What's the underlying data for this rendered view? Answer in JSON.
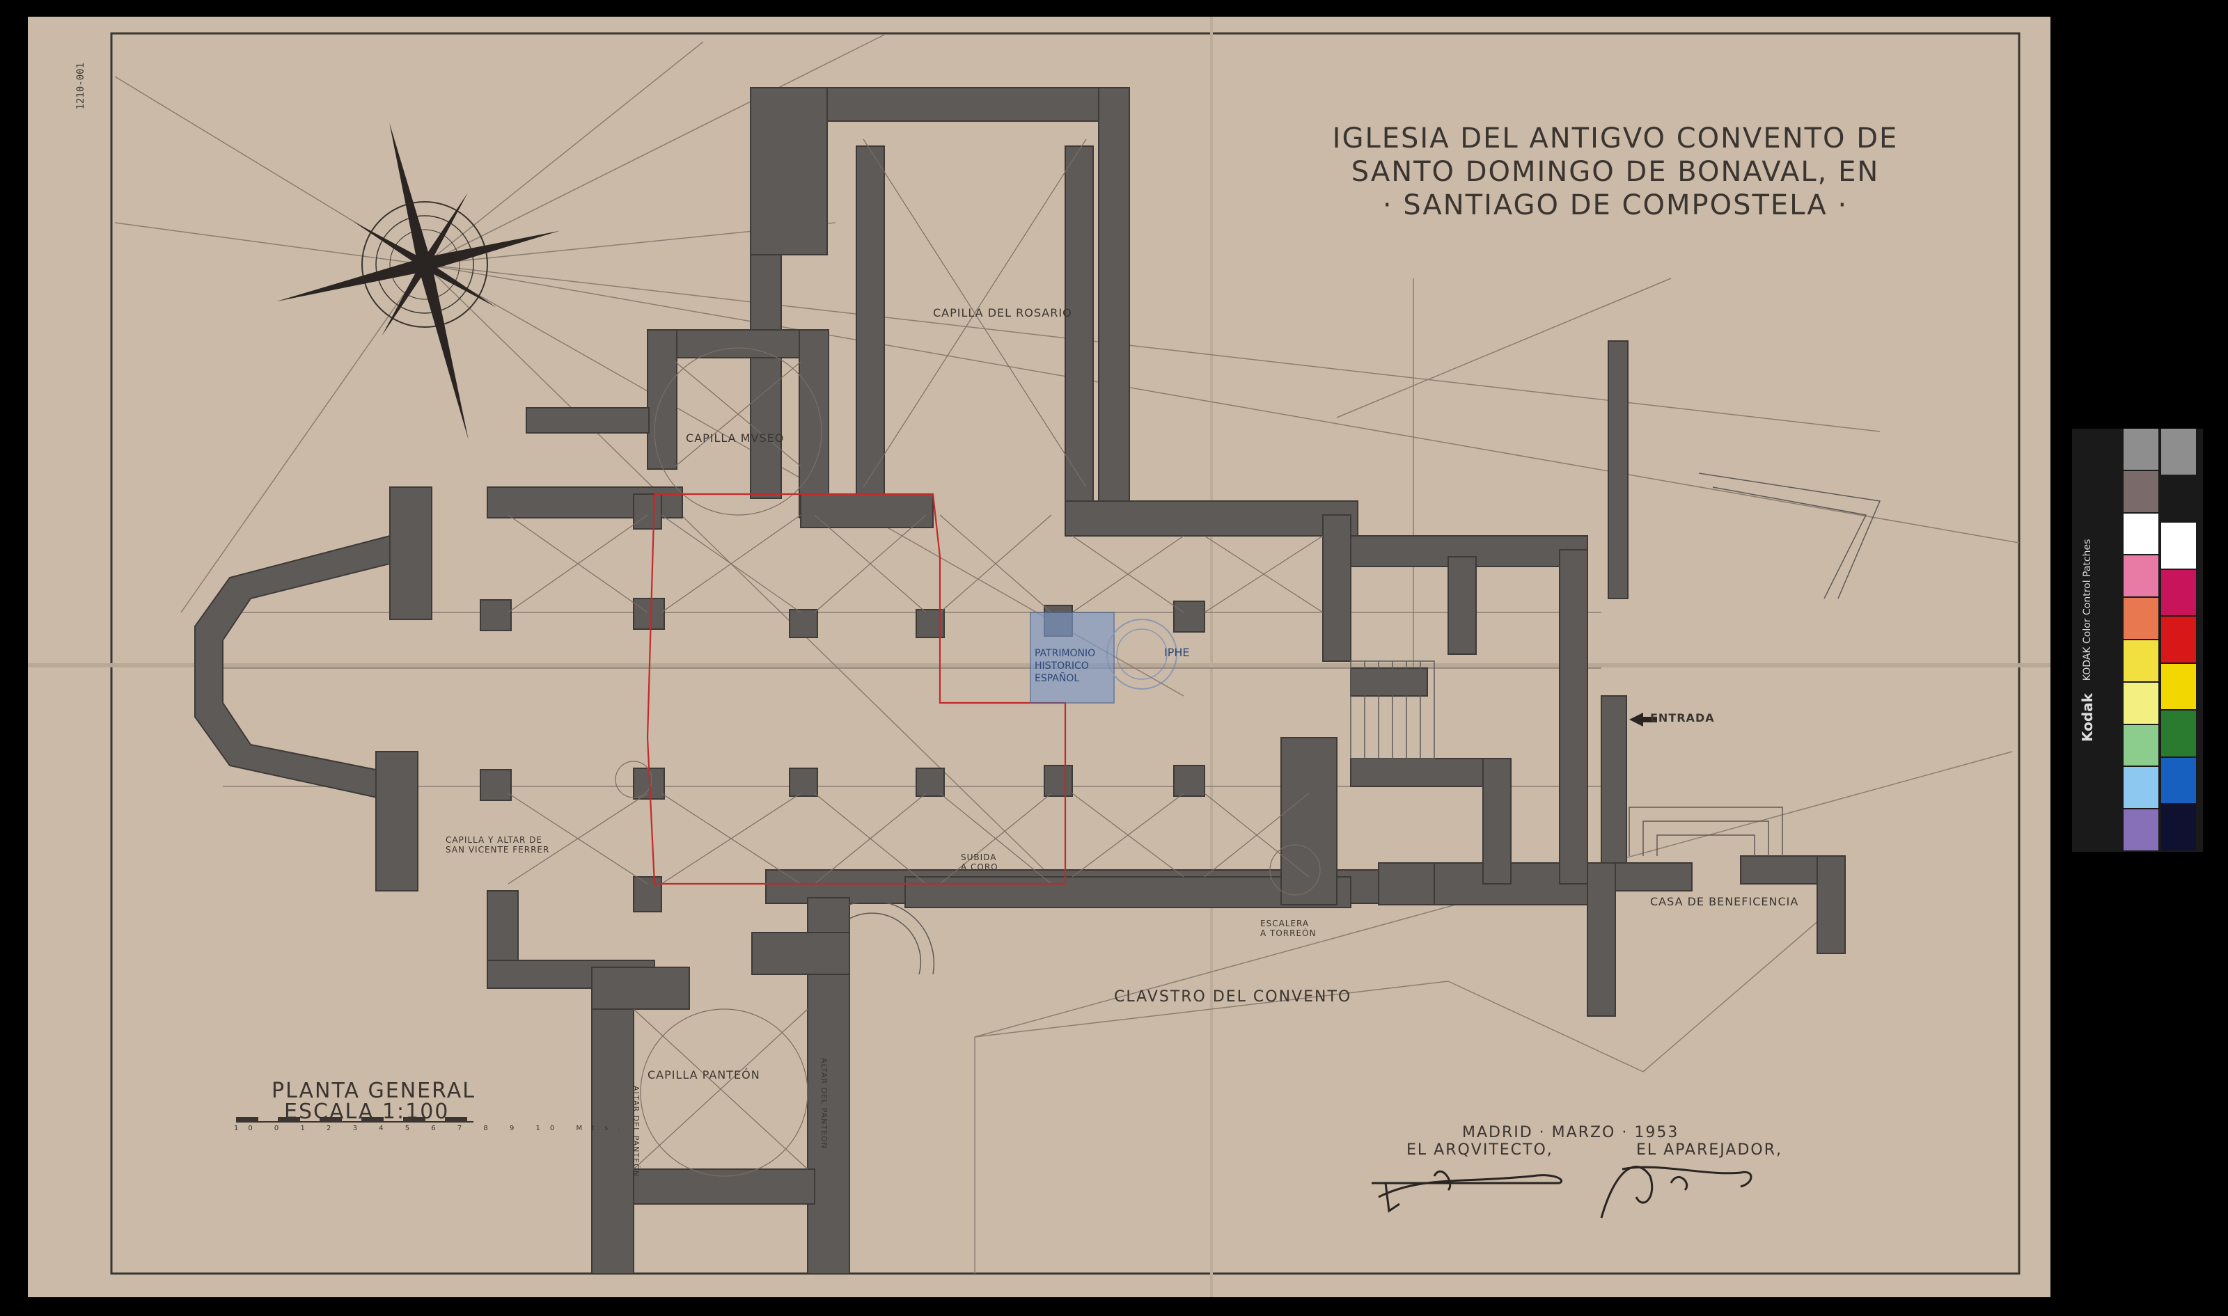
{
  "document": {
    "title_lines": [
      "IGLESIA DEL ANTIGVO CONVENTO DE",
      "SANTO DOMINGO DE BONAVAL, EN",
      "· SANTIAGO DE COMPOSTELA ·"
    ],
    "archive_code": "1210-001"
  },
  "plan_labels": {
    "capilla_rosario": "CAPILLA DEL ROSARIO",
    "capilla_museo": "CAPILLA MVSEO",
    "capilla_panteon": "CAPILLA PANTEÓN",
    "capilla_altar_line1": "CAPILLA Y ALTAR DE",
    "capilla_altar_line2": "SAN VICENTE FERRER",
    "subida_coro_line1": "SUBIDA",
    "subida_coro_line2": "A CORO",
    "escalera_line1": "ESCALERA",
    "escalera_line2": "A TORREÓN",
    "entrada": "ENTRADA",
    "casa_beneficencia": "CASA DE BENEFICENCIA",
    "claustro": "CLAVSTRO DEL CONVENTO",
    "panteon_side_left": "ALTAR DEL PANTEÓN",
    "panteon_side_right": "ALTAR DEL PANTEÓN"
  },
  "legend": {
    "planta_general": "PLANTA GENERAL",
    "escala": "ESCALA 1:100",
    "scale_ticks": [
      "10",
      "0",
      "1",
      "2",
      "3",
      "4",
      "5",
      "6",
      "7",
      "8",
      "9",
      "10 Mts."
    ]
  },
  "signatures": {
    "place_date": "MADRID · MARZO · 1953",
    "architect_label": "EL ARQVITECTO,",
    "surveyor_label": "EL APAREJADOR,"
  },
  "stamp": {
    "line1": "PATRIMONIO",
    "line2": "HISTORICO",
    "line3": "ESPAÑOL",
    "mark": "IPHE"
  },
  "kodak_card": {
    "brand": "Kodak",
    "product": "KODAK Color Control Patches",
    "patch_colors": [
      "#8e8e8e",
      "#7a6a6a",
      "#ffffff",
      "#e87aa6",
      "#e87850",
      "#f2e040",
      "#f2f080",
      "#8ccc8c",
      "#4aa868",
      "#8cc8f0",
      "#3070c8",
      "#8870b8",
      "#101028"
    ],
    "right_patch_colors": [
      "#8e8e8e",
      "#1a1a1a",
      "#ffffff",
      "#c8145a",
      "#d81818",
      "#f2d800",
      "#2a7a30",
      "#1860c0",
      "#101030"
    ]
  },
  "colors": {
    "paper": "#cbbaa7",
    "ink": "#3a3530",
    "wall": "#5e5a58",
    "red_line": "#c22a2a"
  }
}
